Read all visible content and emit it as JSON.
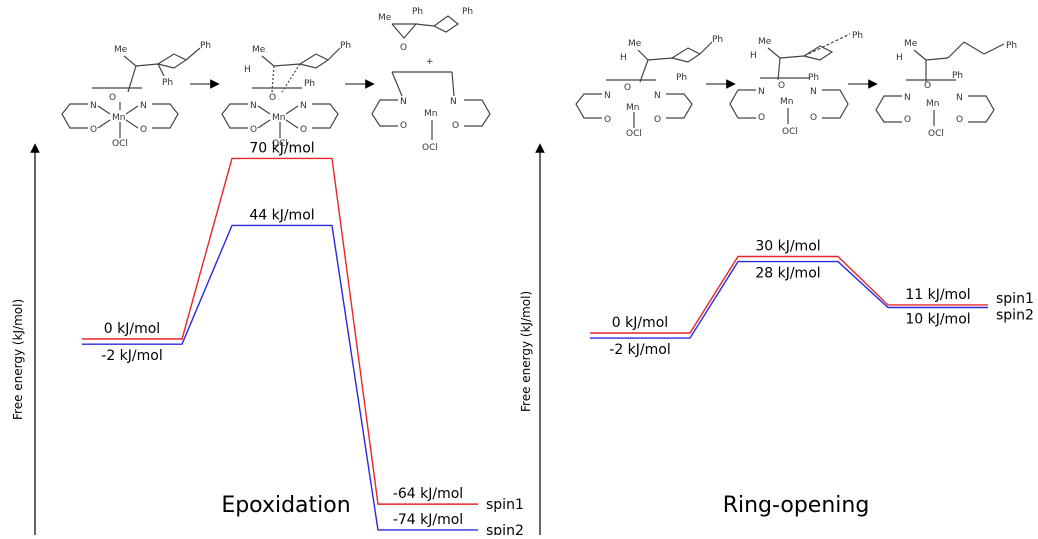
{
  "y_axis_label": "Free energy (kJ/mol)",
  "epoxidation": {
    "title": "Epoxidation",
    "series": [
      {
        "name": "spin1",
        "color": "#e8262a",
        "levels": [
          0,
          70,
          -64
        ],
        "labels": [
          "0 kJ/mol",
          "70 kJ/mol",
          "-64 kJ/mol"
        ]
      },
      {
        "name": "spin2",
        "color": "#2a2ae0",
        "levels": [
          -2,
          44,
          -74
        ],
        "labels": [
          "-2 kJ/mol",
          "44 kJ/mol",
          "-74 kJ/mol"
        ]
      }
    ]
  },
  "ring_opening": {
    "title": "Ring-opening",
    "series": [
      {
        "name": "spin1",
        "color": "#e8262a",
        "levels": [
          0,
          30,
          11
        ],
        "labels": [
          "0 kJ/mol",
          "30 kJ/mol",
          "11 kJ/mol"
        ]
      },
      {
        "name": "spin2",
        "color": "#2a2ae0",
        "levels": [
          -2,
          28,
          10
        ],
        "labels": [
          "-2 kJ/mol",
          "28 kJ/mol",
          "10 kJ/mol"
        ]
      }
    ]
  },
  "structure_labels": {
    "me": "Me",
    "h": "H",
    "ph": "Ph",
    "o": "O",
    "n": "N",
    "mn": "Mn",
    "ocl": "OCl",
    "plus": "+"
  }
}
